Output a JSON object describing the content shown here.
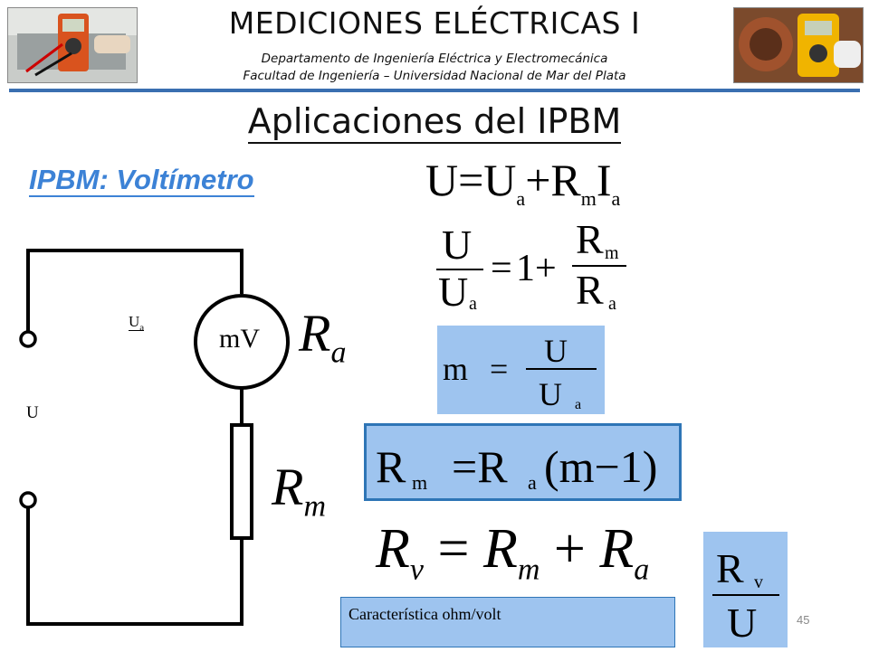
{
  "header": {
    "title": "MEDICIONES ELÉCTRICAS I",
    "department": "Departamento de Ingeniería Eléctrica y Electromecánica",
    "faculty": "Facultad de Ingeniería – Universidad Nacional de Mar del Plata"
  },
  "page_title": "Aplicaciones del IPBM",
  "subtitle": "IPBM: Voltímetro",
  "circuit": {
    "label_ua": "Ua",
    "label_u": "U",
    "meter_label": "mV",
    "label_ra": "Ra",
    "label_rm": "Rm"
  },
  "characteristic_label": "Característica ohm/volt",
  "slide_number": "45",
  "colors": {
    "accent": "#3c82d6",
    "box_fill": "#9ec4ef",
    "box_border": "#2e75b6",
    "rule": "#3a6fb0"
  },
  "images": [
    "multimeter-photo-left",
    "multimeter-photo-right"
  ]
}
